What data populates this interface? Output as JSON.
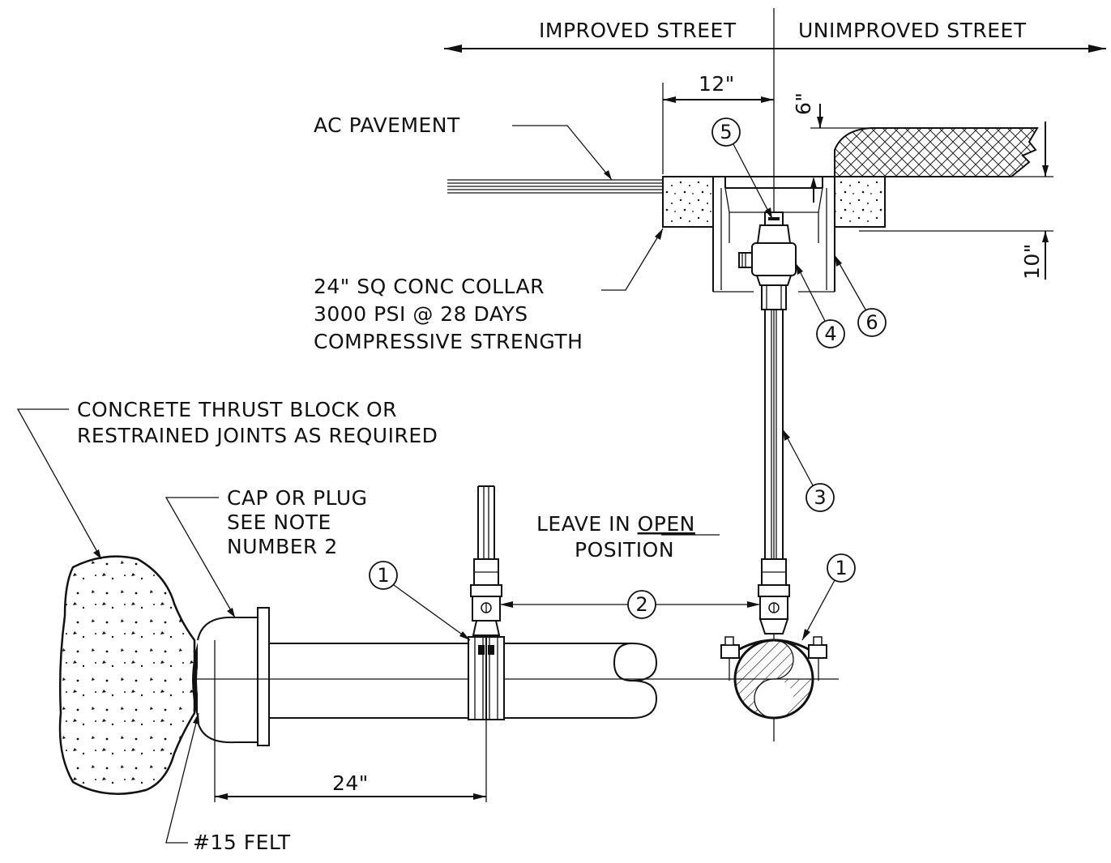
{
  "labels": {
    "improved_street": "IMPROVED STREET",
    "unimproved_street": "UNIMPROVED STREET",
    "dim_12": "12\"",
    "dim_6": "6\"",
    "dim_10": "10\"",
    "dim_24": "24\"",
    "ac_pavement": "AC PAVEMENT",
    "collar_line1": "24\" SQ CONC COLLAR",
    "collar_line2": "3000 PSI @ 28 DAYS",
    "collar_line3": "COMPRESSIVE STRENGTH",
    "thrust_line1": "CONCRETE THRUST BLOCK OR",
    "thrust_line2": "RESTRAINED JOINTS AS REQUIRED",
    "cap_line1": "CAP OR PLUG",
    "cap_line2": "SEE NOTE",
    "cap_line3": "NUMBER 2",
    "open_prefix": "LEAVE IN ",
    "open_word": "OPEN",
    "open_line2": "POSITION",
    "felt": "#15 FELT"
  },
  "callouts": {
    "c1_left": "1",
    "c1_right": "1",
    "c2": "2",
    "c3": "3",
    "c4": "4",
    "c5": "5",
    "c6": "6"
  }
}
